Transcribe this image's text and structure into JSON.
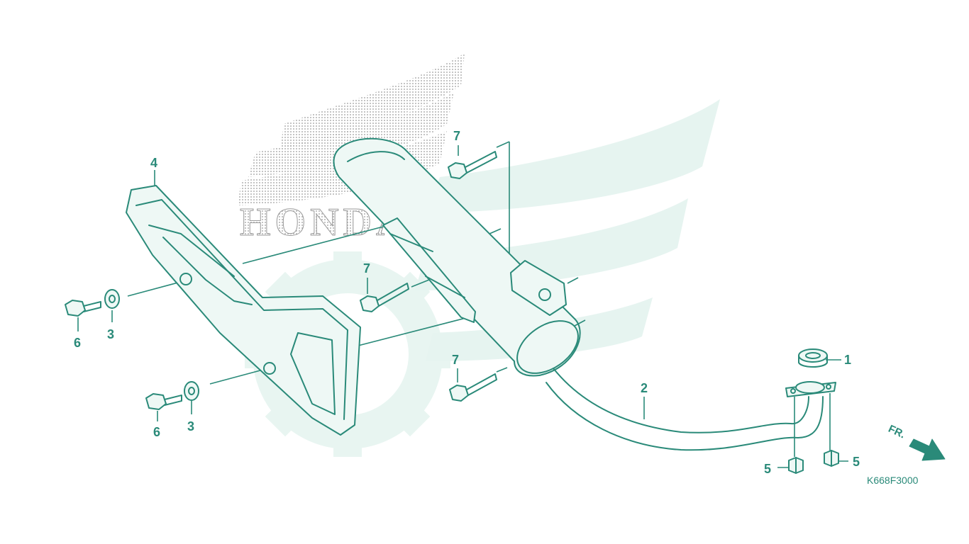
{
  "watermark": {
    "brand_text": "HONDA",
    "icon": "honda-wing-logo-icon"
  },
  "callouts": {
    "1": "1",
    "2": "2",
    "3": "3",
    "4": "4",
    "5": "5",
    "6": "6",
    "7": "7"
  },
  "direction_label": "FR.",
  "diagram_code": "K668F3000",
  "colors": {
    "line": "#2a8a79",
    "part_fill": "#eef8f5",
    "watermark_gear": "#e6f4f0",
    "watermark_dots": "#9a9a9a"
  }
}
